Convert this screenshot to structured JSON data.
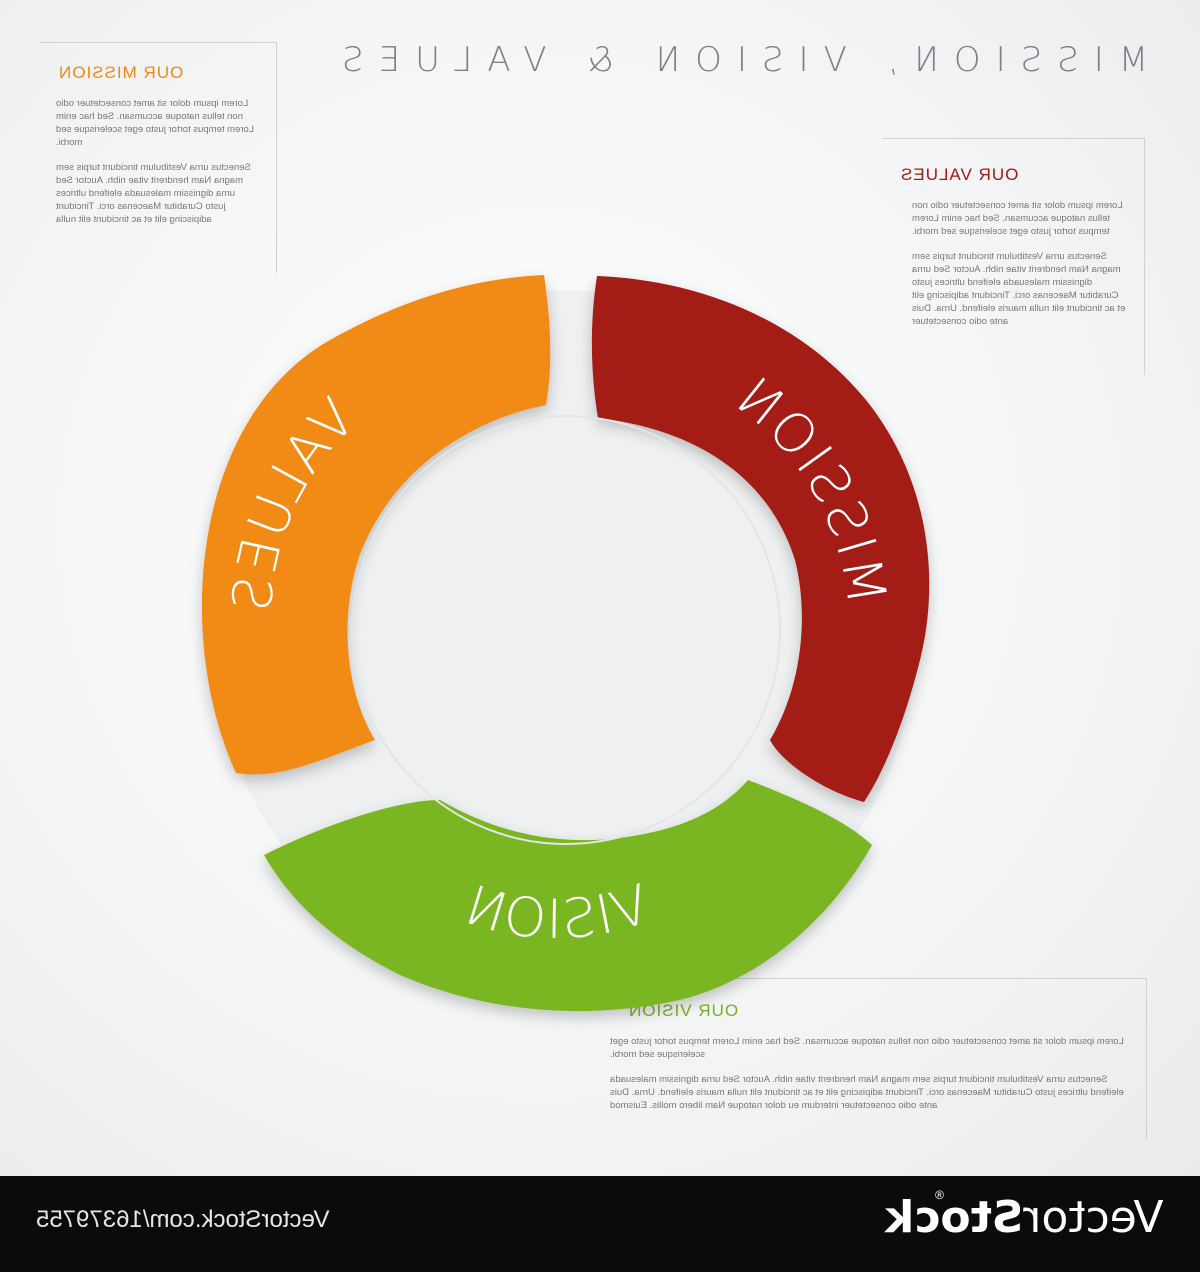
{
  "title": "MISSION, VISION & VALUES",
  "mission": {
    "segment_label": "MISSION",
    "heading": "OUR MISSION",
    "paragraphs": [
      "Lorem ipsum dolor sit amet consectetuer odio non tellus natoque accumsan. Sed hac enim Lorem tempus tortor justo eget scelerisque sed morbi.",
      "Senectus urna Vestibulum tincidunt turpis sem magna Nam hendrerit vitae nibh. Auctor Sed urna dignissim malesuada eleifend ultrices justo Curabitur Maecenas orci. Tincidunt adipiscing elit et ac tincidunt elit nulla"
    ],
    "color": "#f28a12"
  },
  "values": {
    "segment_label": "VALUES",
    "heading": "OUR VALUES",
    "paragraphs": [
      "Lorem ipsum dolor sit amet consectetuer odio non tellus natoque accumsan. Sed hac enim Lorem tempus tortor justo eget scelerisque sed morbi.",
      "Senectus urna Vestibulum tincidunt turpis sem magna Nam hendrerit vitae nibh. Auctor Sed urna dignissim malesuada eleifend ultrices justo Curabitur Maecenas orci. Tincidunt adipiscing elit et ac tincidunt elit nulla mauris eleifend. Urna. Duis ante odio consectetuer"
    ],
    "color": "#a31a12"
  },
  "vision": {
    "segment_label": "VISION",
    "heading": "OUR VISION",
    "paragraphs": [
      "Lorem ipsum dolor sit amet consectetuer odio non tellus natoque accumsan. Sed hac enim Lorem tempus tortor justo eget scelerisque sed morbi.",
      "Senectus urna Vestibulum tincidunt turpis sem magna Nam hendrerit vitae nibh. Auctor Sed urna dignissim malesuada eleifend ultrices justo Curabitur Maecenas orci. Tincidunt adipiscing elit et ac tincidunt elit nulla mauris eleifend. Urna. Duis ante odio consectetuer interdum eu dolor natoque Nam libero mollis. Euismod"
    ],
    "color": "#7ab523"
  },
  "footer": {
    "brand_light": "Vector",
    "brand_bold": "Stock",
    "registered": "®",
    "url": "VectorStock.com/16379755"
  }
}
